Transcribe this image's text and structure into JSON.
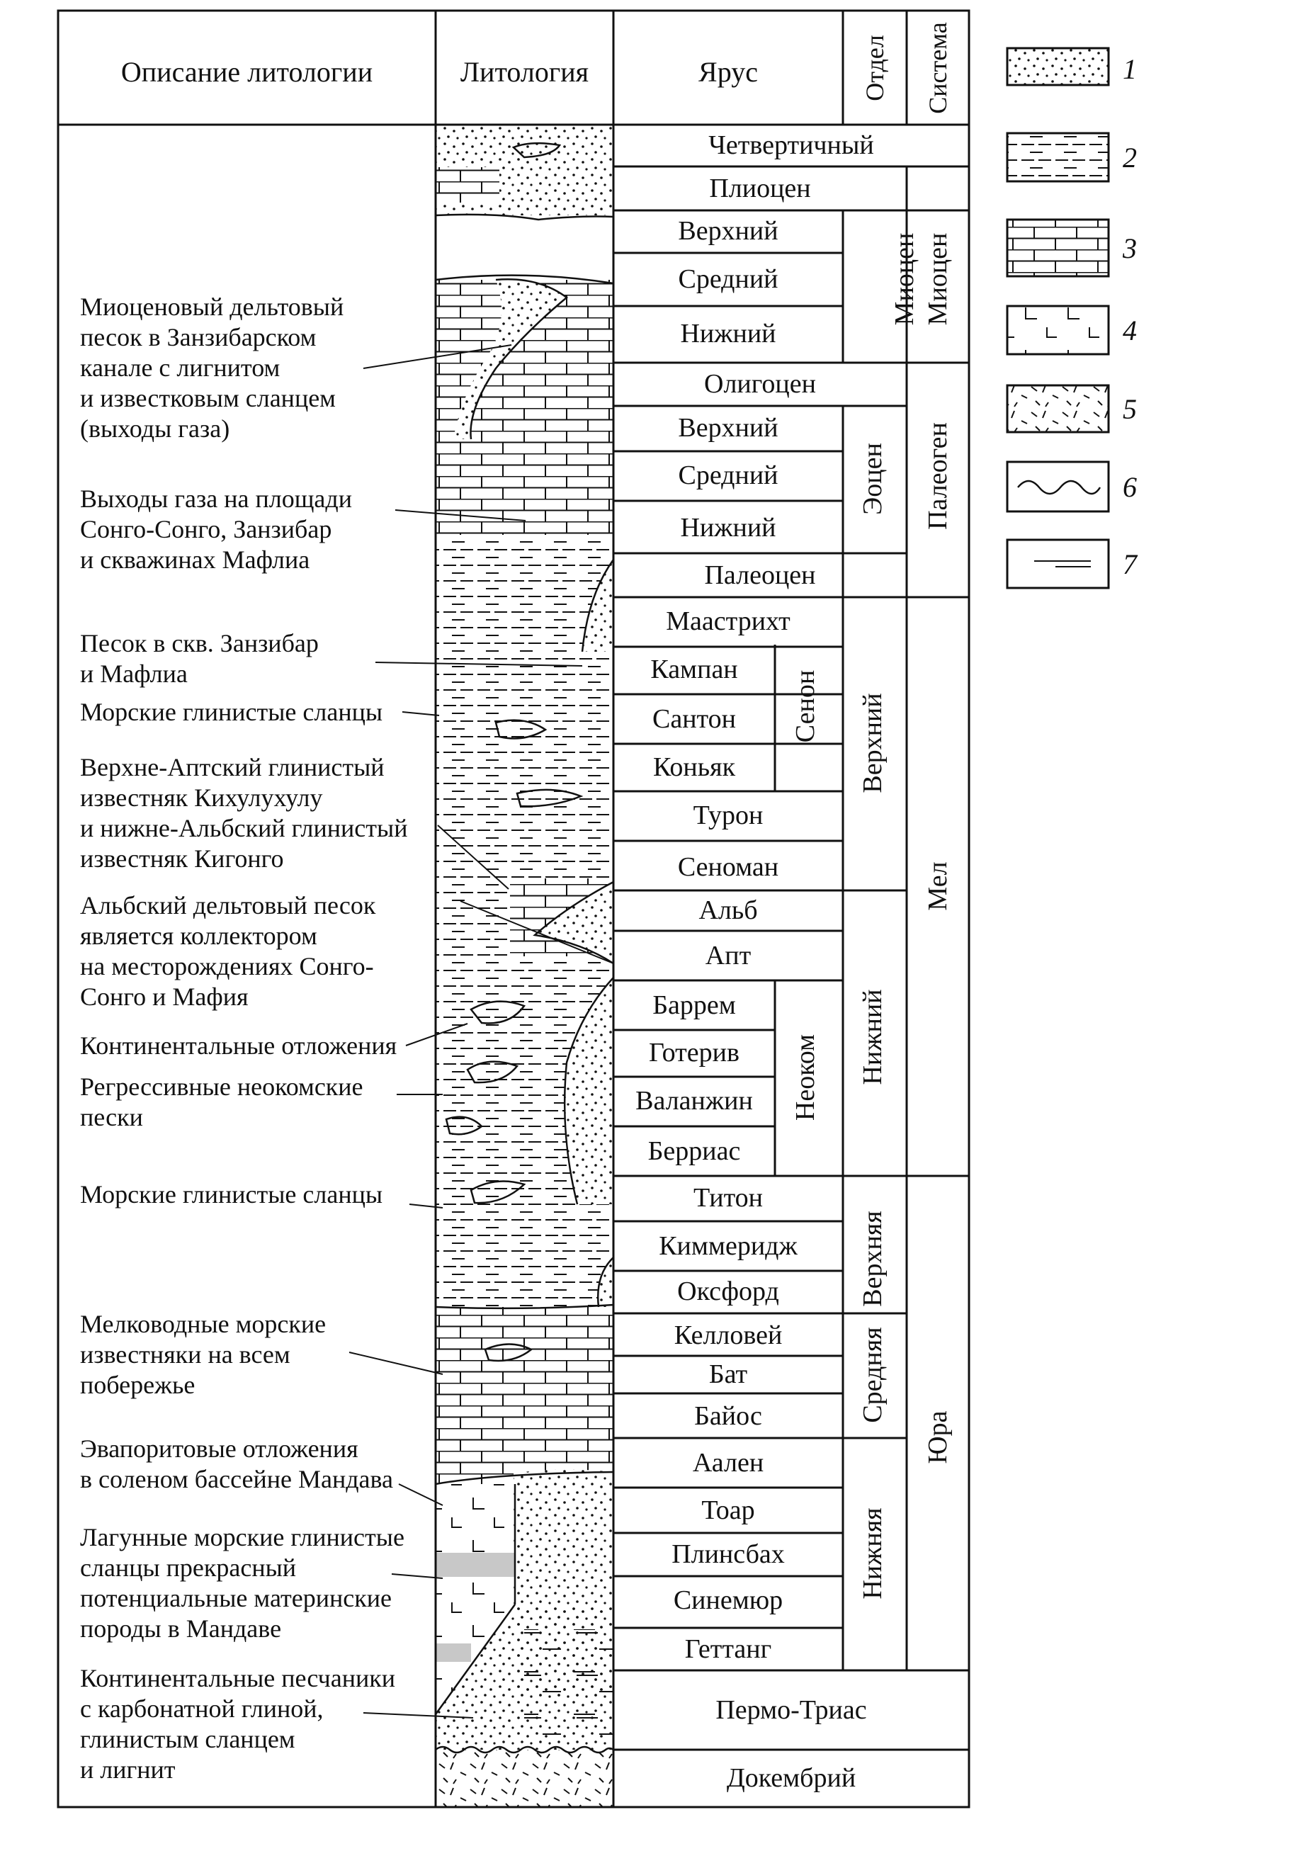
{
  "headers": {
    "description": "Описание литологии",
    "lithology": "Литология",
    "stage": "Ярус",
    "series": "Отдел",
    "system": "Система"
  },
  "stages": [
    "Четвертичный",
    "Плиоцен",
    "Верхний",
    "Средний",
    "Нижний",
    "Олигоцен",
    "Верхний",
    "Средний",
    "Нижний",
    "Палеоцен",
    "Маастрихт",
    "Кампан",
    "Сантон",
    "Коньяк",
    "Турон",
    "Сеноман",
    "Альб",
    "Апт",
    "Баррем",
    "Готерив",
    "Валанжин",
    "Берриас",
    "Титон",
    "Киммеридж",
    "Оксфорд",
    "Келловей",
    "Бат",
    "Байос",
    "Аален",
    "Тоар",
    "Плинсбах",
    "Синемюр",
    "Геттанг",
    "Пермо-Триас",
    "Докембрий"
  ],
  "subgroups": [
    "Сенон",
    "Неоком"
  ],
  "series": [
    "Миоцен",
    "Эоцен",
    "Верхний",
    "Нижний",
    "Верхняя",
    "Средняя",
    "Нижняя"
  ],
  "systems": [
    "Миоцен",
    "Палеоген",
    "Мел",
    "Юра"
  ],
  "descriptions": [
    "Миоценовый дельтовый\nпесок в Занзибарском\nканале с лигнитом\nи известковым сланцем\n(выходы газа)",
    "Выходы газа на площади\nСонго-Сонго, Занзибар\nи скважинах Мафлиа",
    "Песок в скв. Занзибар\nи Мафлиа",
    "Морские глинистые сланцы",
    "Верхне-Аптский глинистый\nизвестняк Кихулухулу\nи нижне-Альбский глинистый\nизвестняк Кигонго",
    "Альбский дельтовый песок\nявляется коллектором\nна месторождениях Сонго-\nСонго и Мафия",
    "Континентальные отложения",
    "Регрессивные неокомские\nпески",
    "Морские глинистые сланцы",
    "Мелководные морские\nизвестняки на всем\nпобережье",
    "Эвапоритовые отложения\nв соленом бассейне Мандава",
    "Лагунные морские глинистые\nсланцы прекрасный\nпотенциальные материнские\nпороды в Мандаве",
    "Континентальные песчаники\nс карбонатной глиной,\nглинистым сланцем\nи лигнит"
  ],
  "legend": [
    {
      "num": "1",
      "pattern": "sand"
    },
    {
      "num": "2",
      "pattern": "shale"
    },
    {
      "num": "3",
      "pattern": "limestone"
    },
    {
      "num": "4",
      "pattern": "evaporite"
    },
    {
      "num": "5",
      "pattern": "crystalline"
    },
    {
      "num": "6",
      "pattern": "unconformity"
    },
    {
      "num": "7",
      "pattern": "lignite"
    }
  ]
}
